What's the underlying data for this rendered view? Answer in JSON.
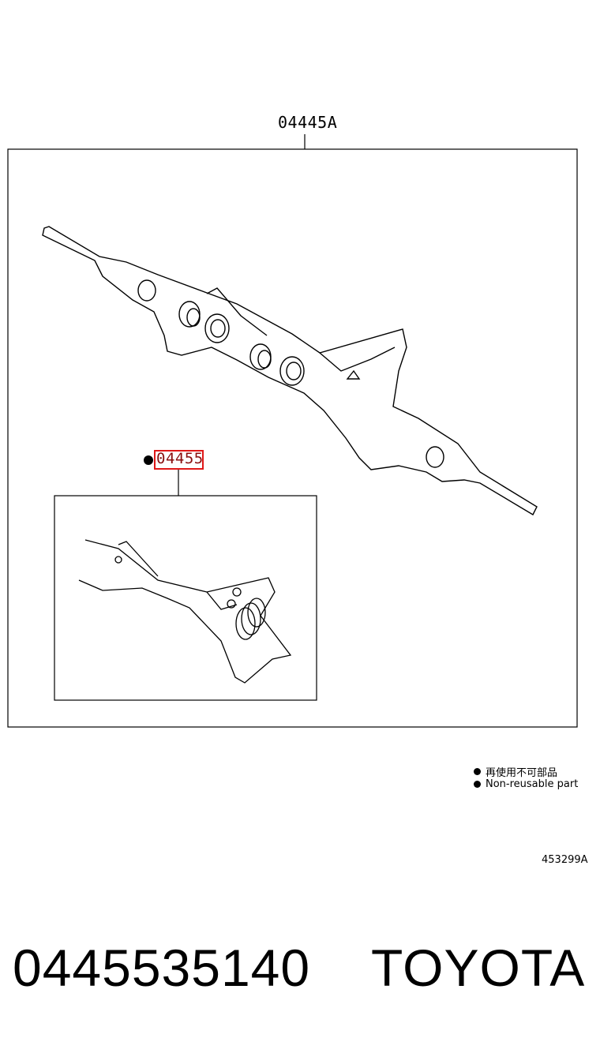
{
  "diagram": {
    "assembly_label": "04445A",
    "kit_label": "04455",
    "kit_highlight_color": "#e01818",
    "kit_text_color": "#8a1010"
  },
  "legend": {
    "line_jp": "再使用不可部品",
    "line_en": "Non-reusable part"
  },
  "ref_code": "453299A",
  "footer": {
    "part_number": "0445535140",
    "brand": "TOYOTA"
  }
}
